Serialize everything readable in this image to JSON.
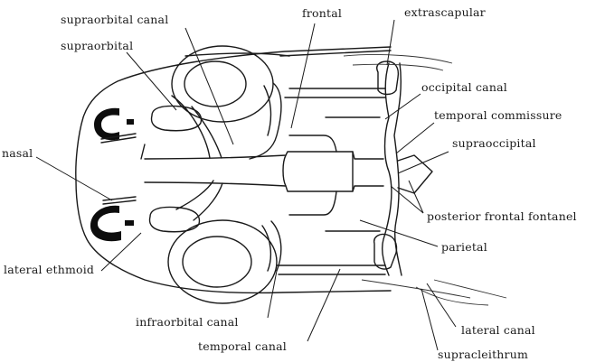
{
  "figure": {
    "labels": {
      "supraorbital_canal": "supraorbital canal",
      "frontal": "frontal",
      "extrascapular": "extrascapular",
      "supraorbital": "supraorbital",
      "occipital_canal": "occipital canal",
      "temporal_commissure": "temporal commissure",
      "supraoccipital": "supraoccipital",
      "nasal": "nasal",
      "posterior_frontal_fontanel": "posterior frontal fontanel",
      "parietal": "parietal",
      "lateral_ethmoid": "lateral ethmoid",
      "infraorbital_canal": "infraorbital canal",
      "lateral_canal": "lateral canal",
      "temporal_canal": "temporal canal",
      "supracleithrum": "supracleithrum"
    }
  }
}
